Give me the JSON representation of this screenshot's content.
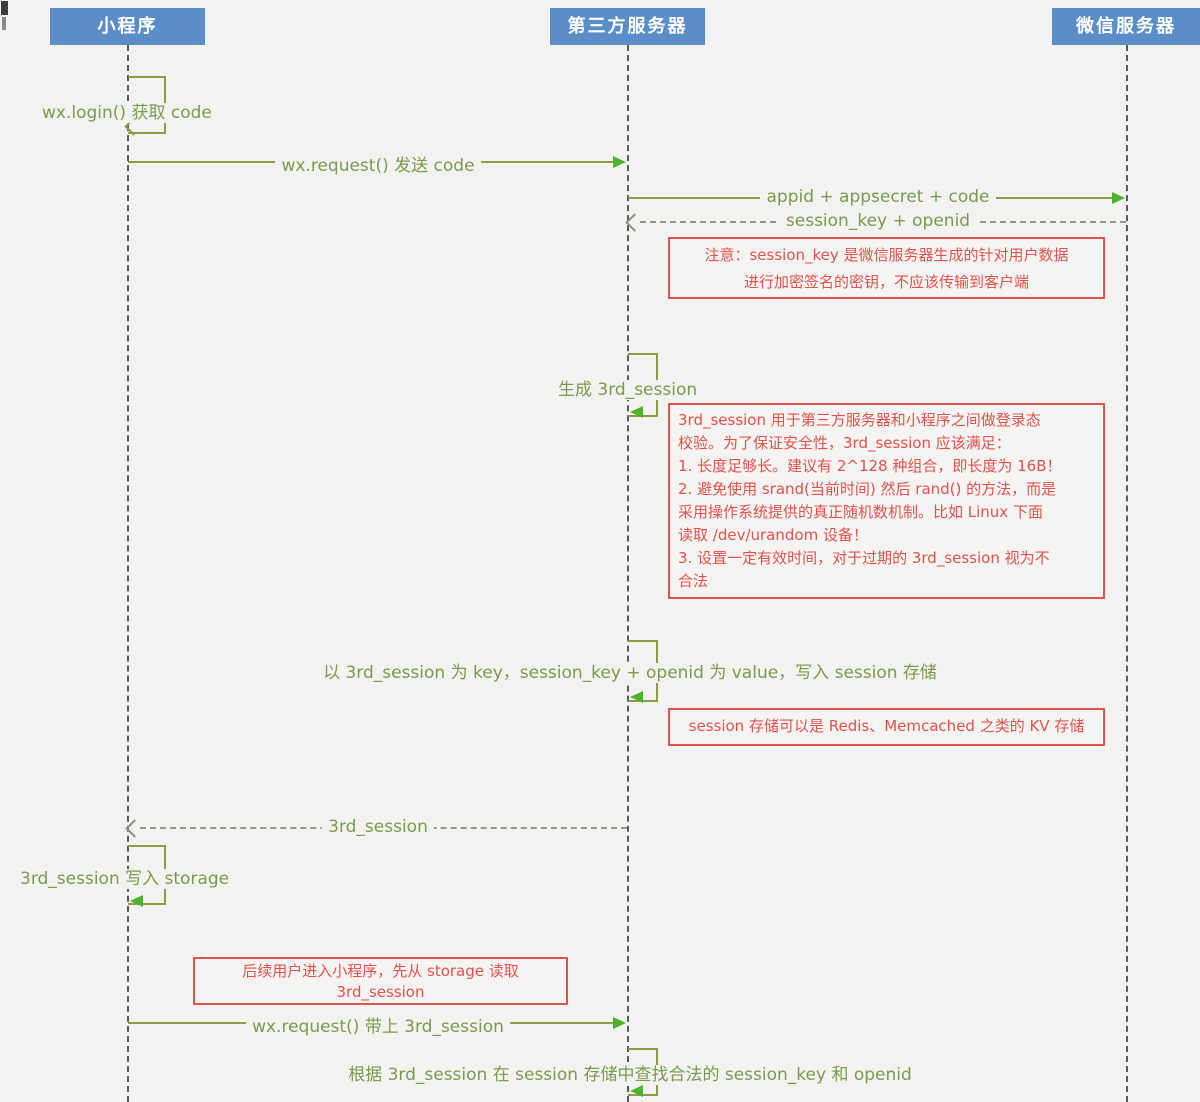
{
  "actors": [
    {
      "label": "小程序"
    },
    {
      "label": "第三方服务器"
    },
    {
      "label": "微信服务器"
    }
  ],
  "messages": {
    "login": "wx.login() 获取 code",
    "send_code": "wx.request() 发送 code",
    "appid_appsecret_code": "appid + appsecret + code",
    "session_key_openid": "session_key + openid",
    "generate_3rd_session": "生成 3rd_session",
    "write_session_store": "以 3rd_session 为 key，session_key + openid 为 value，写入 session 存储",
    "return_3rd_session": "3rd_session",
    "write_storage": "3rd_session 写入 storage",
    "request_with_3rd_session": "wx.request() 带上 3rd_session",
    "lookup_session": "根据 3rd_session 在 session 存储中查找合法的 session_key 和 openid"
  },
  "notes": {
    "session_key_warning": "注意：session_key 是微信服务器生成的针对用户数据\n进行加密签名的密钥，不应该传输到客户端",
    "third_session_rules": "3rd_session 用于第三方服务器和小程序之间做登录态\n校验。为了保证安全性，3rd_session 应该满足：\n1. 长度足够长。建议有 2^128 种组合，即长度为 16B！\n2. 避免使用 srand(当前时间) 然后 rand() 的方法，而是\n采用操作系统提供的真正随机数机制。比如 Linux 下面\n读取 /dev/urandom 设备！\n3. 设置一定有效时间，对于过期的 3rd_session 视为不\n合法",
    "kv_store": "session 存储可以是 Redis、Memcached 之类的 KV 存储",
    "storage_read": "后续用户进入小程序，先从 storage 读取\n3rd_session"
  },
  "colors": {
    "actor_background": "#5b8ec8",
    "message_text": "#7a9a4e",
    "line": "#8a9a45",
    "arrowhead_fill": "#4db32c",
    "note_border": "#e0524c",
    "note_text": "#e0524c",
    "lifeline": "#5a5a5a",
    "background": "#f2f2f0"
  }
}
